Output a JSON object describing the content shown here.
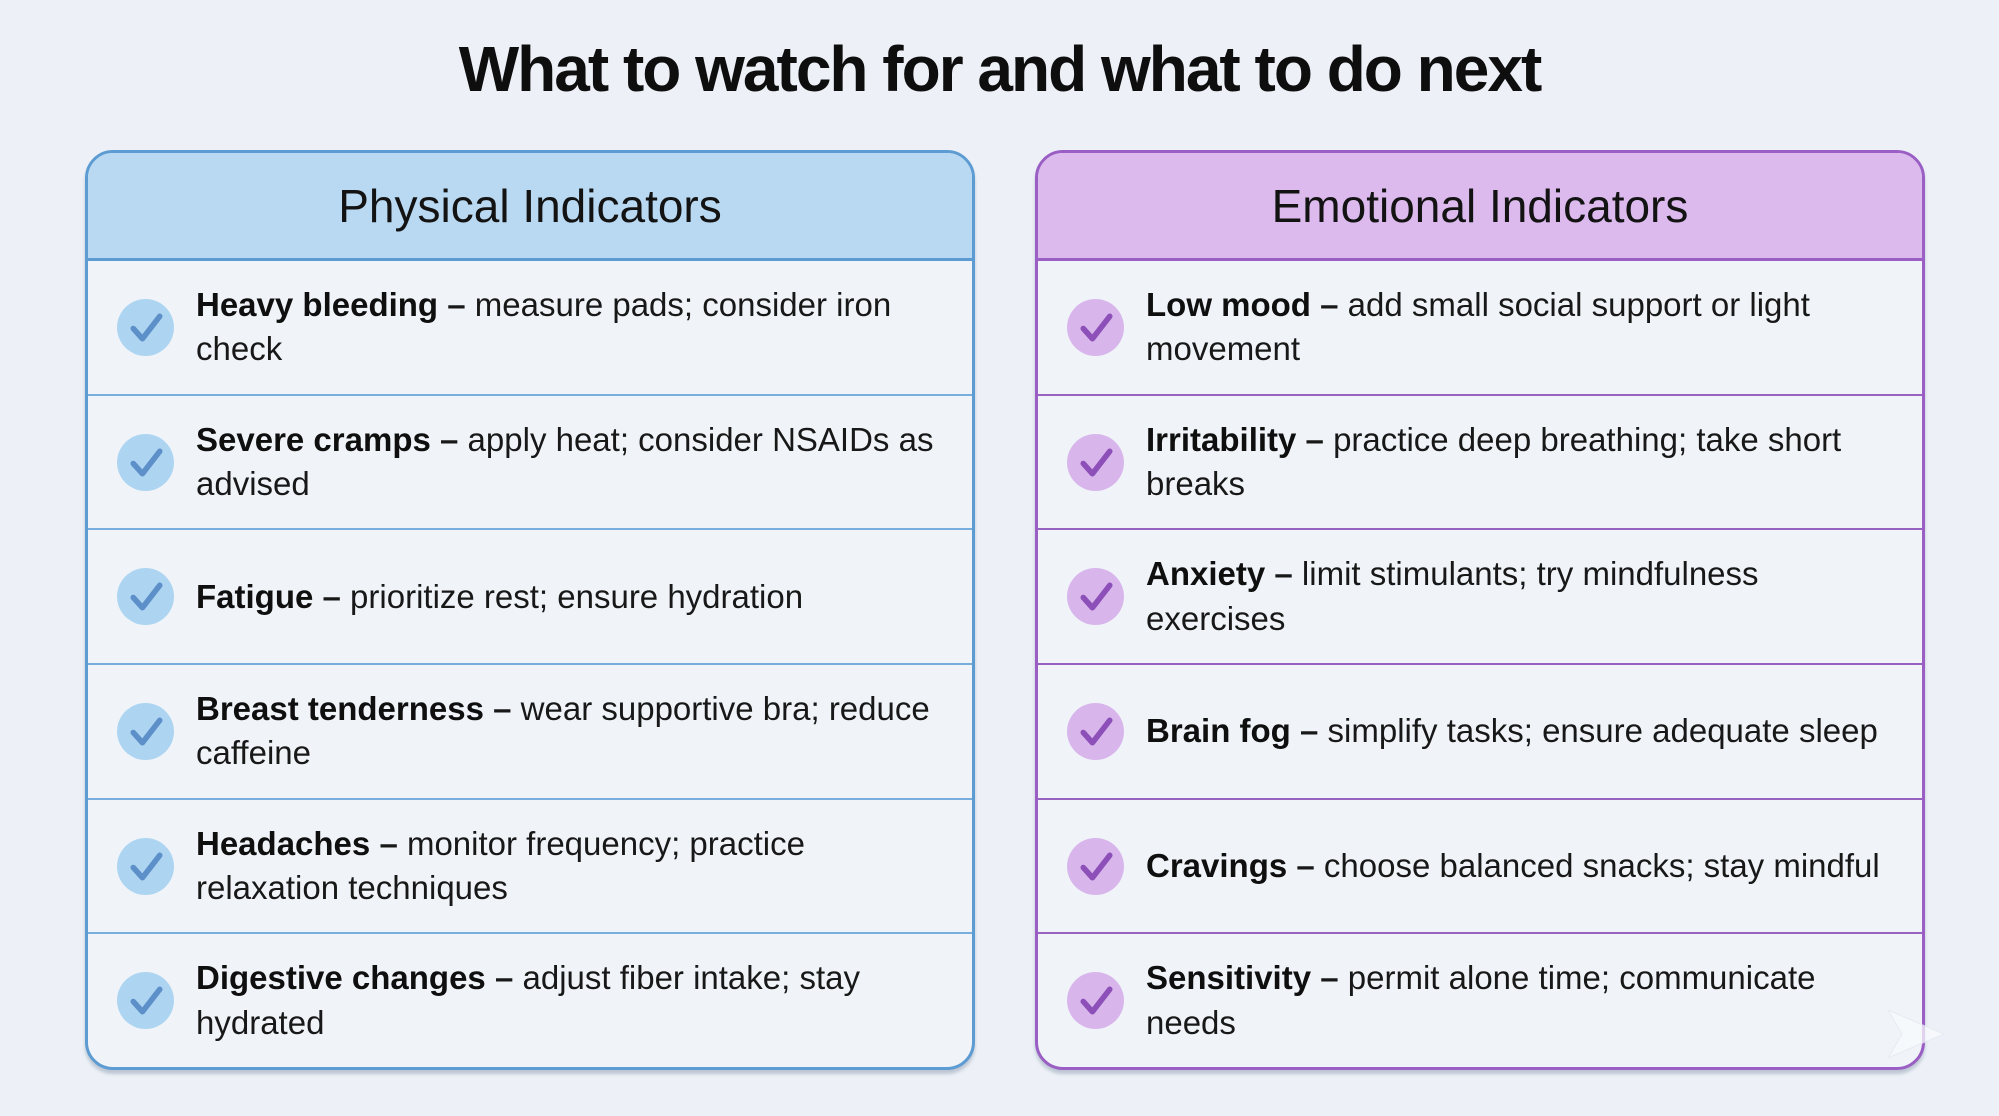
{
  "title": "What to watch for and what to do next",
  "separator": "–",
  "page": {
    "background": "#edf1f7",
    "card_background": "#f0f4f9",
    "text_color": "#171717"
  },
  "columns": [
    {
      "id": "physical",
      "header": "Physical Indicators",
      "icon": "check-icon",
      "theme": {
        "header_bg": "#b9d9f2",
        "border": "#5d9cd3",
        "divider": "#78aedd",
        "icon_bg": "#add5f2",
        "icon_check": "#5d8fc9"
      },
      "items": [
        {
          "term": "Heavy bleeding",
          "action": "measure pads; consider iron check"
        },
        {
          "term": "Severe cramps",
          "action": "apply heat; consider NSAIDs as advised"
        },
        {
          "term": "Fatigue",
          "action": "prioritize rest; ensure hydration"
        },
        {
          "term": "Breast tenderness",
          "action": "wear supportive bra; reduce caffeine"
        },
        {
          "term": "Headaches",
          "action": "monitor frequency; practice relaxation techniques"
        },
        {
          "term": "Digestive changes",
          "action": "adjust fiber intake; stay hydrated"
        }
      ]
    },
    {
      "id": "emotional",
      "header": "Emotional Indicators",
      "icon": "check-icon",
      "theme": {
        "header_bg": "#dcbaee",
        "border": "#9a5ec4",
        "divider": "#9663c0",
        "icon_bg": "#d8b6ec",
        "icon_check": "#8d4fb8"
      },
      "items": [
        {
          "term": "Low mood",
          "action": "add small social support or light movement"
        },
        {
          "term": "Irritability",
          "action": "practice deep breathing; take short breaks"
        },
        {
          "term": "Anxiety",
          "action": "limit stimulants; try mindfulness exercises"
        },
        {
          "term": "Brain fog",
          "action": "simplify tasks; ensure adequate sleep"
        },
        {
          "term": "Cravings",
          "action": "choose balanced snacks; stay mindful"
        },
        {
          "term": "Sensitivity",
          "action": "permit alone time; communicate needs"
        }
      ]
    }
  ]
}
